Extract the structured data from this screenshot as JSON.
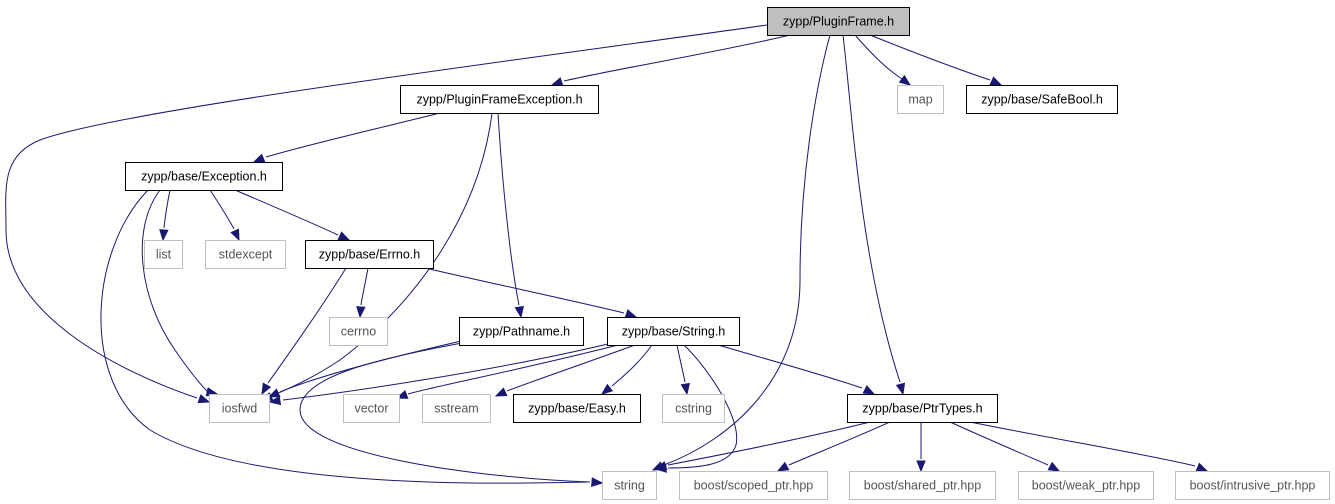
{
  "diagram": {
    "type": "include-dependency-graph",
    "colors": {
      "edge": "#191970",
      "root_fill": "#bfbfbf",
      "local_border": "#000000",
      "external_border": "#bfbfbf",
      "external_text": "#555555"
    },
    "nodes": [
      {
        "id": "pluginframe",
        "label": "zypp/PluginFrame.h",
        "kind": "root"
      },
      {
        "id": "pfexception",
        "label": "zypp/PluginFrameException.h",
        "kind": "local"
      },
      {
        "id": "map",
        "label": "map",
        "kind": "external"
      },
      {
        "id": "safebool",
        "label": "zypp/base/SafeBool.h",
        "kind": "local"
      },
      {
        "id": "exception",
        "label": "zypp/base/Exception.h",
        "kind": "local"
      },
      {
        "id": "list",
        "label": "list",
        "kind": "external"
      },
      {
        "id": "stdexcept",
        "label": "stdexcept",
        "kind": "external"
      },
      {
        "id": "errno",
        "label": "zypp/base/Errno.h",
        "kind": "local"
      },
      {
        "id": "cerrno",
        "label": "cerrno",
        "kind": "external"
      },
      {
        "id": "pathname",
        "label": "zypp/Pathname.h",
        "kind": "local"
      },
      {
        "id": "string_h",
        "label": "zypp/base/String.h",
        "kind": "local"
      },
      {
        "id": "iosfwd",
        "label": "iosfwd",
        "kind": "external"
      },
      {
        "id": "vector",
        "label": "vector",
        "kind": "external"
      },
      {
        "id": "sstream",
        "label": "sstream",
        "kind": "external"
      },
      {
        "id": "easy",
        "label": "zypp/base/Easy.h",
        "kind": "local"
      },
      {
        "id": "cstring",
        "label": "cstring",
        "kind": "external"
      },
      {
        "id": "ptrtypes",
        "label": "zypp/base/PtrTypes.h",
        "kind": "local"
      },
      {
        "id": "string",
        "label": "string",
        "kind": "external"
      },
      {
        "id": "scoped_ptr",
        "label": "boost/scoped_ptr.hpp",
        "kind": "external"
      },
      {
        "id": "shared_ptr",
        "label": "boost/shared_ptr.hpp",
        "kind": "external"
      },
      {
        "id": "weak_ptr",
        "label": "boost/weak_ptr.hpp",
        "kind": "external"
      },
      {
        "id": "intrusive_ptr",
        "label": "boost/intrusive_ptr.hpp",
        "kind": "external"
      }
    ],
    "edges": [
      {
        "from": "pluginframe",
        "to": "iosfwd"
      },
      {
        "from": "pluginframe",
        "to": "pfexception"
      },
      {
        "from": "pluginframe",
        "to": "string"
      },
      {
        "from": "pluginframe",
        "to": "ptrtypes"
      },
      {
        "from": "pluginframe",
        "to": "map"
      },
      {
        "from": "pluginframe",
        "to": "safebool"
      },
      {
        "from": "pfexception",
        "to": "exception"
      },
      {
        "from": "pfexception",
        "to": "iosfwd"
      },
      {
        "from": "pfexception",
        "to": "pathname"
      },
      {
        "from": "exception",
        "to": "list"
      },
      {
        "from": "exception",
        "to": "stdexcept"
      },
      {
        "from": "exception",
        "to": "errno"
      },
      {
        "from": "exception",
        "to": "iosfwd"
      },
      {
        "from": "exception",
        "to": "string"
      },
      {
        "from": "errno",
        "to": "cerrno"
      },
      {
        "from": "errno",
        "to": "string_h"
      },
      {
        "from": "errno",
        "to": "iosfwd"
      },
      {
        "from": "pathname",
        "to": "iosfwd"
      },
      {
        "from": "pathname",
        "to": "string"
      },
      {
        "from": "string_h",
        "to": "iosfwd"
      },
      {
        "from": "string_h",
        "to": "vector"
      },
      {
        "from": "string_h",
        "to": "sstream"
      },
      {
        "from": "string_h",
        "to": "easy"
      },
      {
        "from": "string_h",
        "to": "cstring"
      },
      {
        "from": "string_h",
        "to": "string"
      },
      {
        "from": "string_h",
        "to": "ptrtypes"
      },
      {
        "from": "ptrtypes",
        "to": "string"
      },
      {
        "from": "ptrtypes",
        "to": "scoped_ptr"
      },
      {
        "from": "ptrtypes",
        "to": "shared_ptr"
      },
      {
        "from": "ptrtypes",
        "to": "weak_ptr"
      },
      {
        "from": "ptrtypes",
        "to": "intrusive_ptr"
      }
    ]
  }
}
